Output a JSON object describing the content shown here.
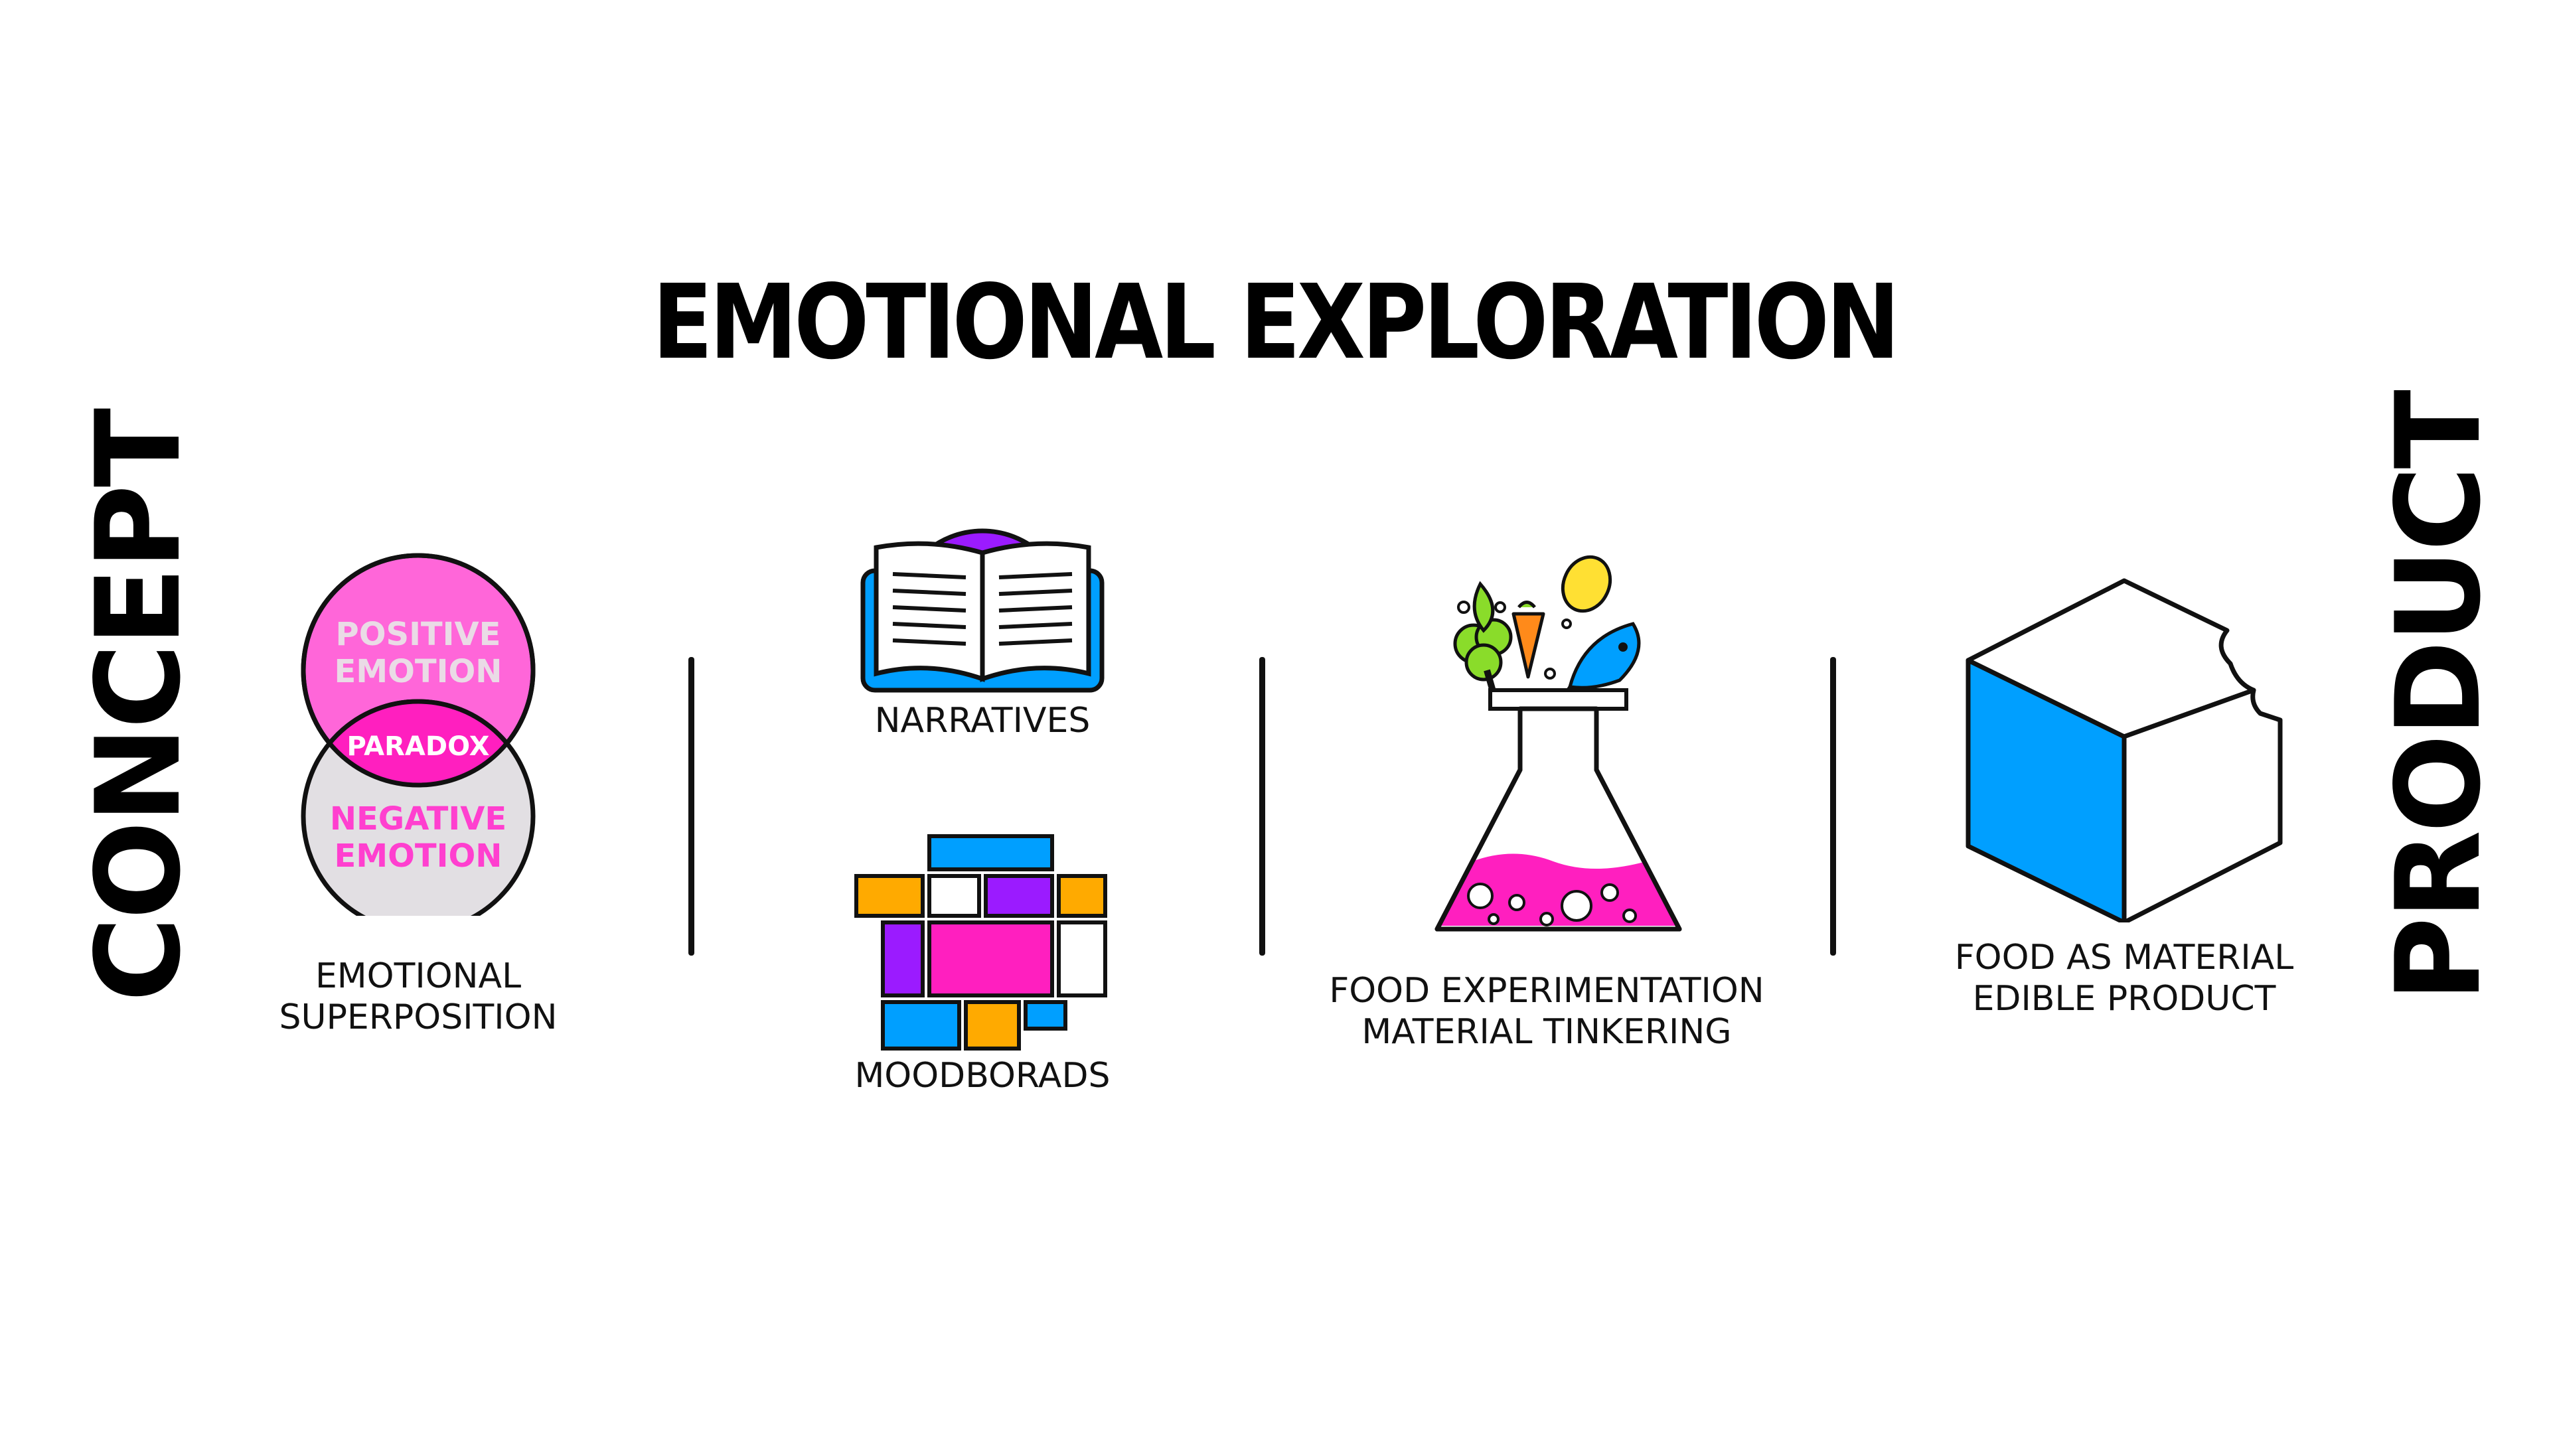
{
  "title": "EMOTIONAL EXPLORATION",
  "left_label": "CONCEPT",
  "right_label": "PRODUCT",
  "venn": {
    "positive": [
      "POSITIVE",
      "EMOTION"
    ],
    "paradox": "PARADOX",
    "negative": [
      "NEGATIVE",
      "EMOTION"
    ],
    "caption": [
      "EMOTIONAL",
      "SUPERPOSITION"
    ]
  },
  "narratives": {
    "caption": "NARRATIVES"
  },
  "moodboards": {
    "caption": "MOODBORADS"
  },
  "food": {
    "caption": [
      "FOOD EXPERIMENTATION",
      "MATERIAL TINKERING"
    ]
  },
  "product": {
    "caption": [
      "FOOD AS MATERIAL",
      "EDIBLE PRODUCT"
    ]
  },
  "colors": {
    "magenta": "#ff1fbf",
    "pink": "#ff66d9",
    "purple": "#9b1bff",
    "blue": "#009fff",
    "orange": "#ffaa00",
    "grey": "#e2dfe3",
    "green": "#8adc2a",
    "yellow": "#ffe033",
    "carrot": "#ff8a1a"
  }
}
